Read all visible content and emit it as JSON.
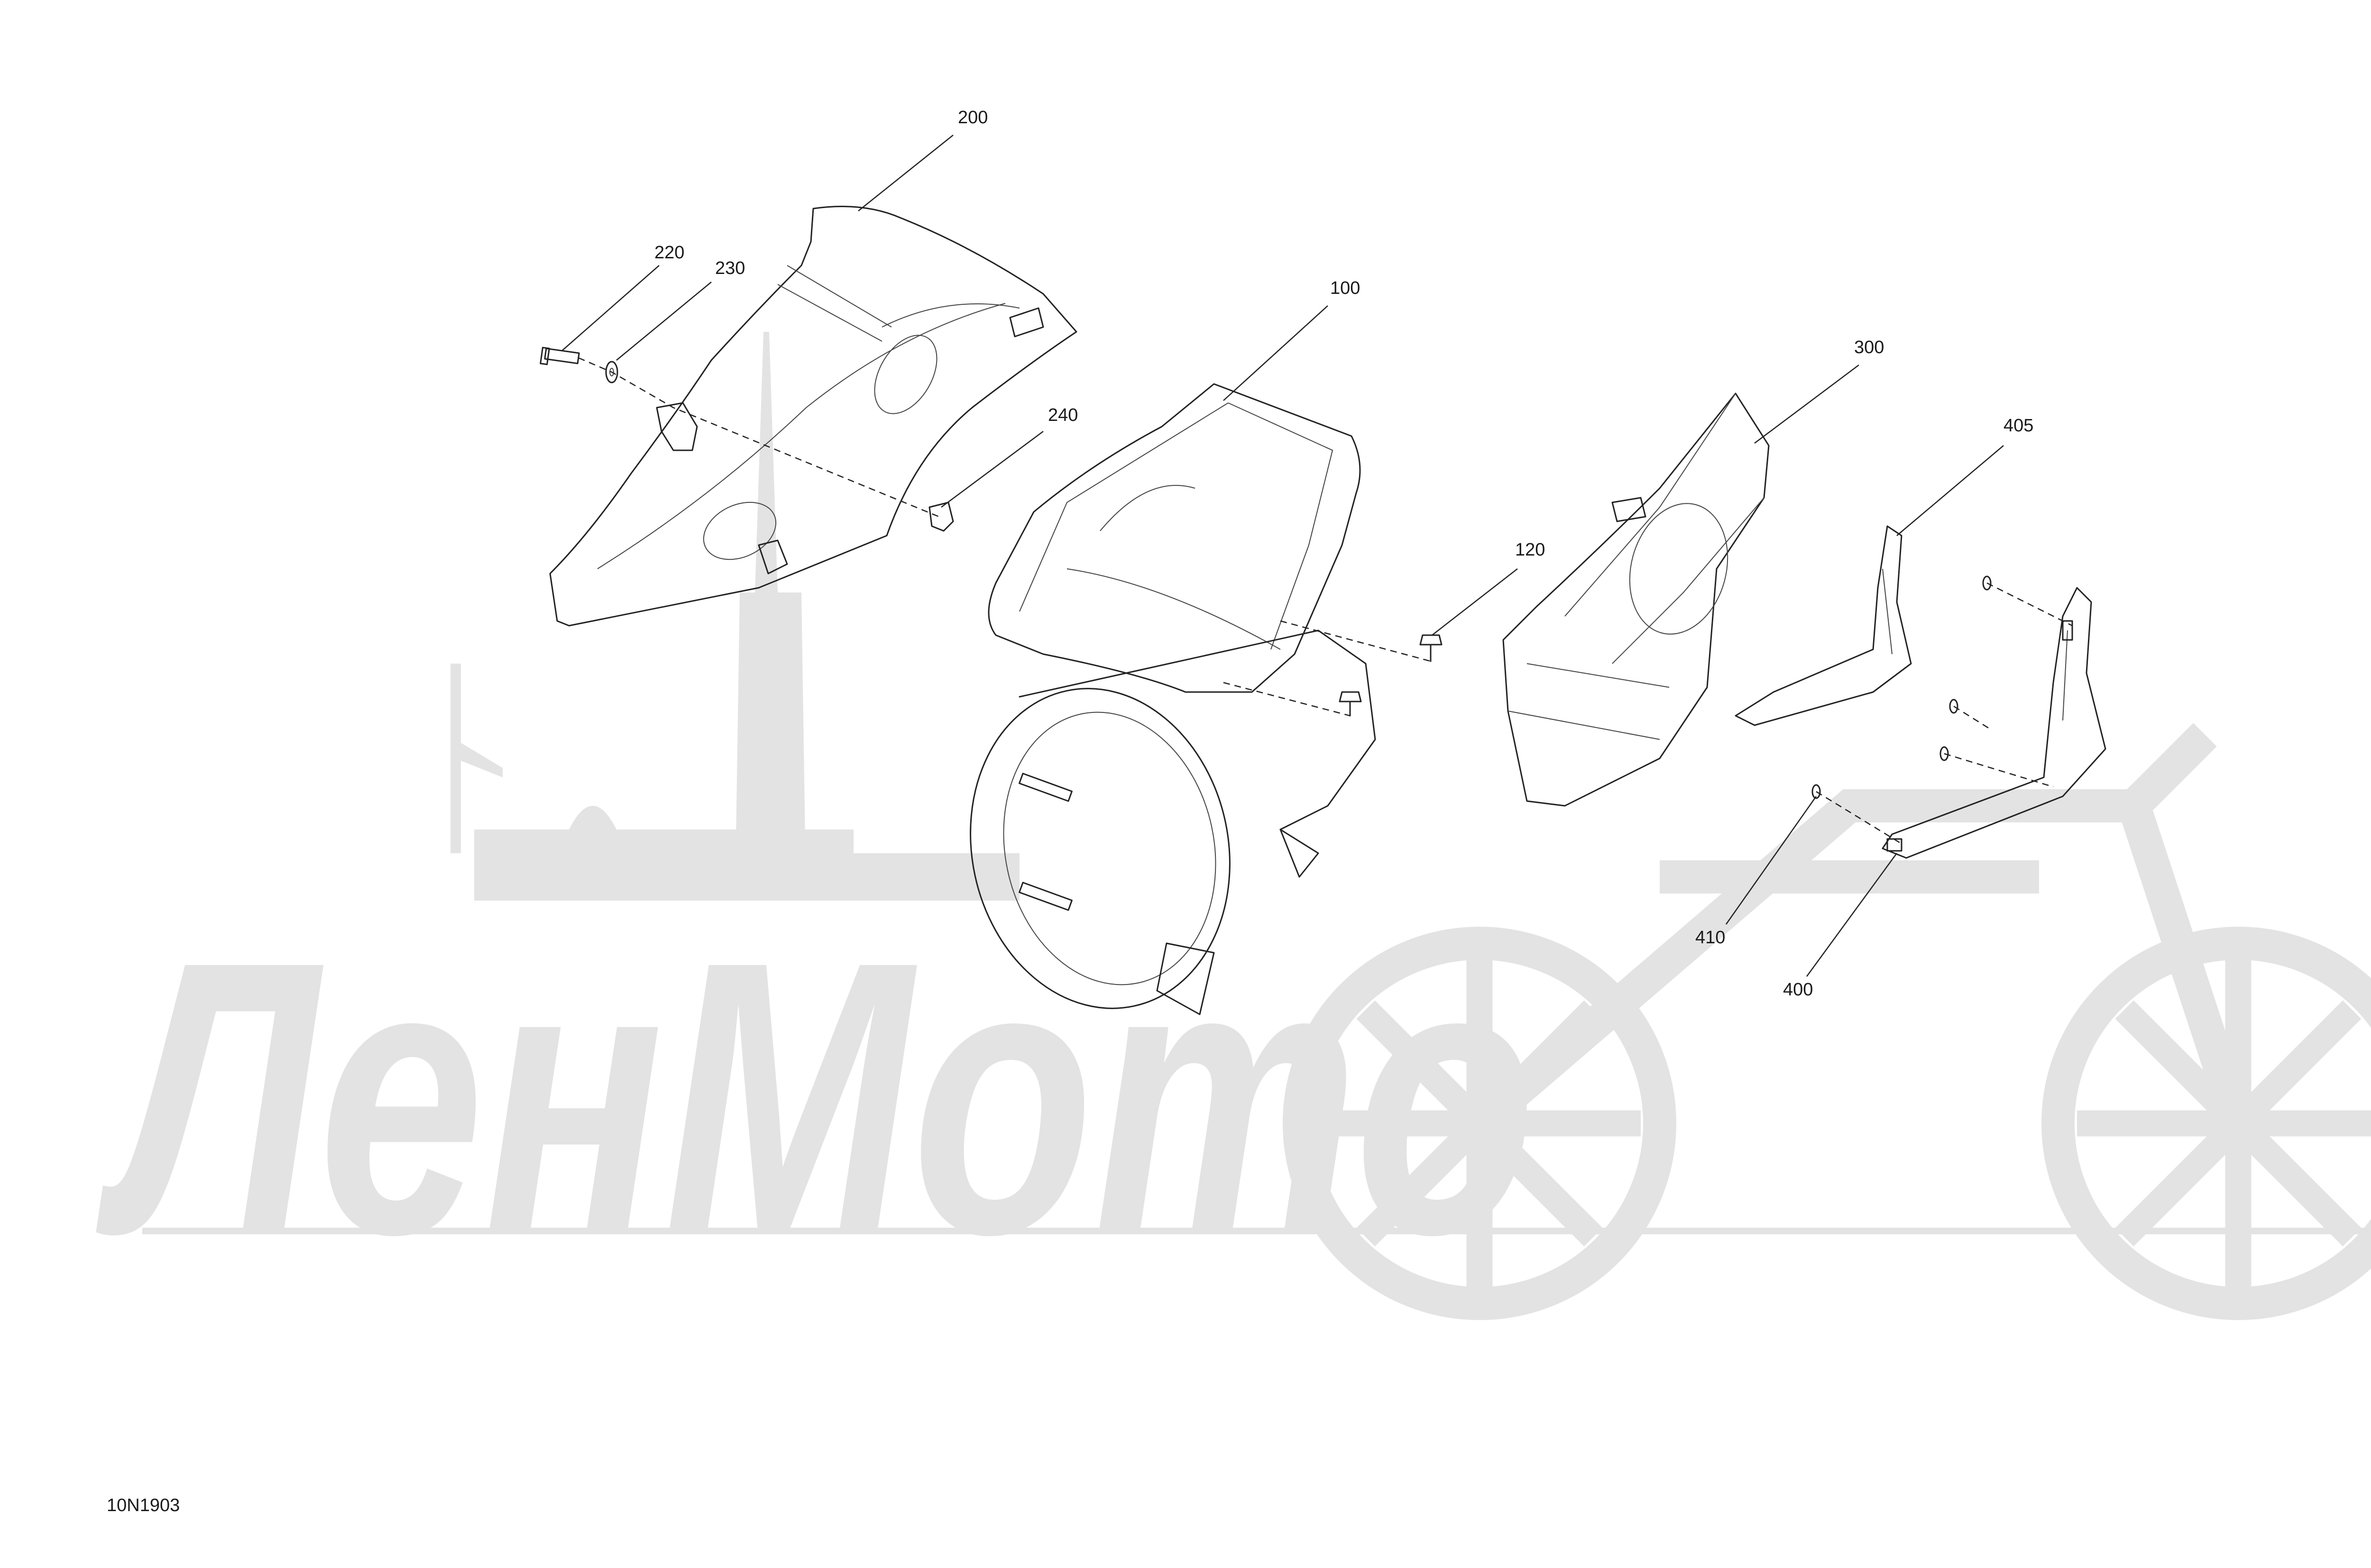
{
  "watermark": {
    "text": "ЛенМото",
    "color": "#e3e3e3"
  },
  "drawing_id": "10N1903",
  "callouts": [
    {
      "id": "c200",
      "label": "200"
    },
    {
      "id": "c220",
      "label": "220"
    },
    {
      "id": "c230",
      "label": "230"
    },
    {
      "id": "c240",
      "label": "240"
    },
    {
      "id": "c100",
      "label": "100"
    },
    {
      "id": "c120",
      "label": "120"
    },
    {
      "id": "c300",
      "label": "300"
    },
    {
      "id": "c405",
      "label": "405"
    },
    {
      "id": "c410",
      "label": "410"
    },
    {
      "id": "c400",
      "label": "400"
    }
  ],
  "colors": {
    "line": "#222222",
    "watermark": "#e3e3e3",
    "background": "#ffffff"
  }
}
